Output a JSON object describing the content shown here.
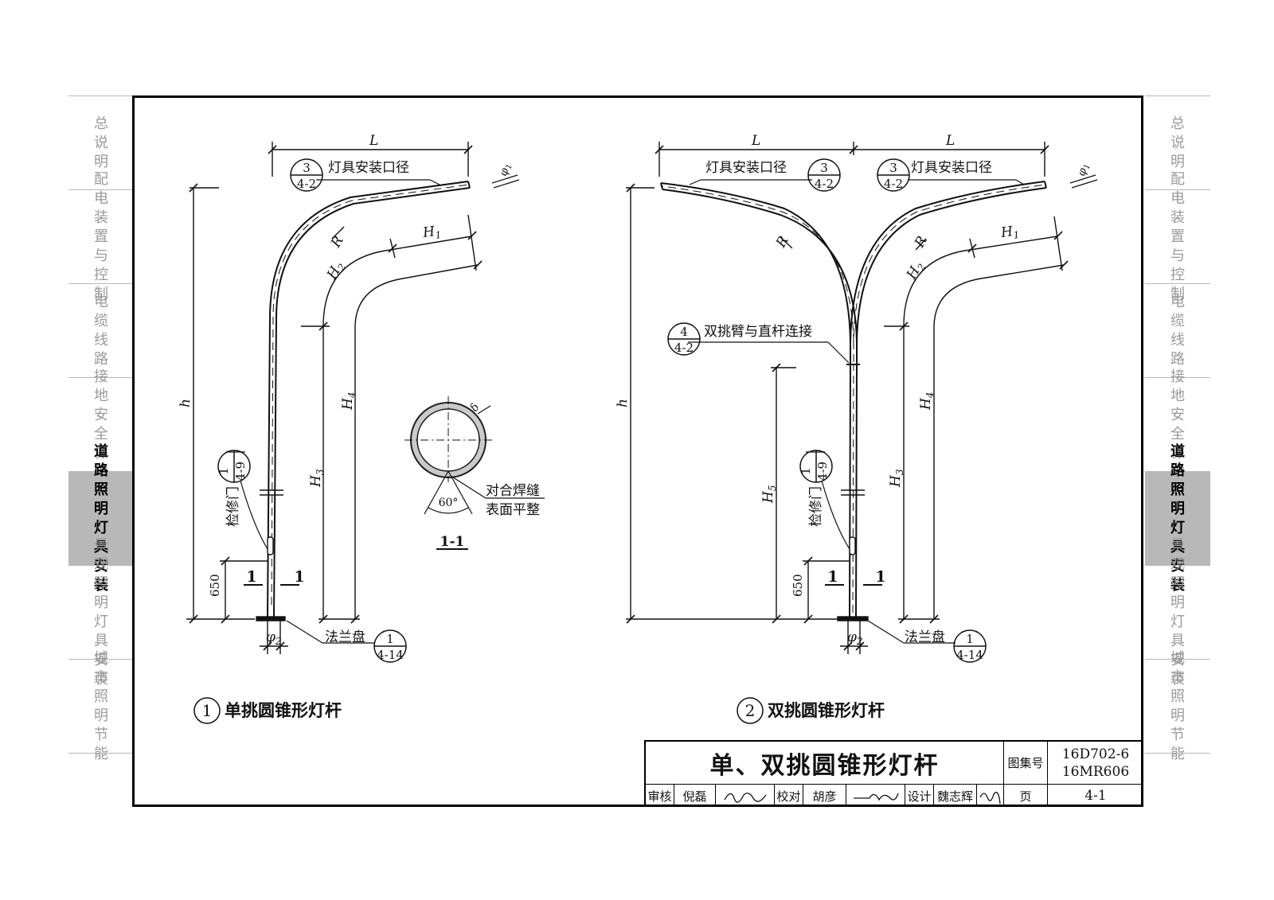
{
  "sidebar": {
    "items": [
      {
        "label": "总说明",
        "active": false
      },
      {
        "label": "配电装置与控制",
        "active": false
      },
      {
        "label": "电缆线路",
        "active": false
      },
      {
        "label": "接地安全保护",
        "active": false
      },
      {
        "label": "道路照明灯具安装",
        "active": true
      },
      {
        "label": "景观照明灯具安装",
        "active": false
      },
      {
        "label": "城市照明节能",
        "active": false
      }
    ]
  },
  "figure1": {
    "number": "1",
    "caption": "单挑圆锥形灯杆",
    "dim_L": "L",
    "dim_h": "h",
    "dim_H1": "H",
    "dim_H1_sub": "1",
    "dim_H2": "H",
    "dim_H2_sub": "2",
    "dim_H3": "H",
    "dim_H3_sub": "3",
    "dim_H4": "H",
    "dim_H4_sub": "4",
    "dim_R": "R",
    "dim_650": "650",
    "dim_phi2": "φ",
    "dim_phi2_sub": "2",
    "dim_phi1": "φ",
    "dim_phi1_sub": "1",
    "callout_top": {
      "label": "灯具安装口径",
      "num": "3",
      "ref": "4-2"
    },
    "callout_door": {
      "label": "检修门",
      "num": "1",
      "ref": "4-9"
    },
    "callout_flange": {
      "label": "法兰盘",
      "num": "1",
      "ref": "4-14"
    },
    "section_mark_left": "1",
    "section_mark_right": "1"
  },
  "section": {
    "title": "1-1",
    "angle": "60°",
    "thickness": "δ",
    "weld_line1": "对合焊缝",
    "weld_line2": "表面平整"
  },
  "figure2": {
    "number": "2",
    "caption": "双挑圆锥形灯杆",
    "dim_L_left": "L",
    "dim_L_right": "L",
    "dim_h": "h",
    "dim_H1": "H",
    "dim_H1_sub": "1",
    "dim_H2": "H",
    "dim_H2_sub": "2",
    "dim_H3": "H",
    "dim_H3_sub": "3",
    "dim_H4": "H",
    "dim_H4_sub": "4",
    "dim_H5": "H",
    "dim_H5_sub": "5",
    "dim_R_left": "R",
    "dim_R_right": "R",
    "dim_650": "650",
    "dim_phi2": "φ",
    "dim_phi2_sub": "2",
    "dim_phi1": "φ",
    "dim_phi1_sub": "1",
    "callout_top_left": {
      "label": "灯具安装口径",
      "num": "3",
      "ref": "4-2"
    },
    "callout_top_right": {
      "label": "灯具安装口径",
      "num": "3",
      "ref": "4-2"
    },
    "callout_joint": {
      "label": "双挑臂与直杆连接",
      "num": "4",
      "ref": "4-2"
    },
    "callout_door": {
      "label": "检修门",
      "num": "1",
      "ref": "4-9"
    },
    "callout_flange": {
      "label": "法兰盘",
      "num": "1",
      "ref": "4-14"
    },
    "section_mark_left": "1",
    "section_mark_right": "1"
  },
  "titleblock": {
    "title": "单、双挑圆锥形灯杆",
    "atlas_label": "图集号",
    "atlas_no_1": "16D702-6",
    "atlas_no_2": "16MR606",
    "review_label": "审核",
    "reviewer": "倪磊",
    "check_label": "校对",
    "checker": "胡彦",
    "design_label": "设计",
    "designer": "魏志辉",
    "page_label": "页",
    "page_no": "4-1"
  },
  "colors": {
    "line": "#111111",
    "sidebar_text": "#9a9a9a",
    "sidebar_active_bg": "#b8b8b8"
  }
}
